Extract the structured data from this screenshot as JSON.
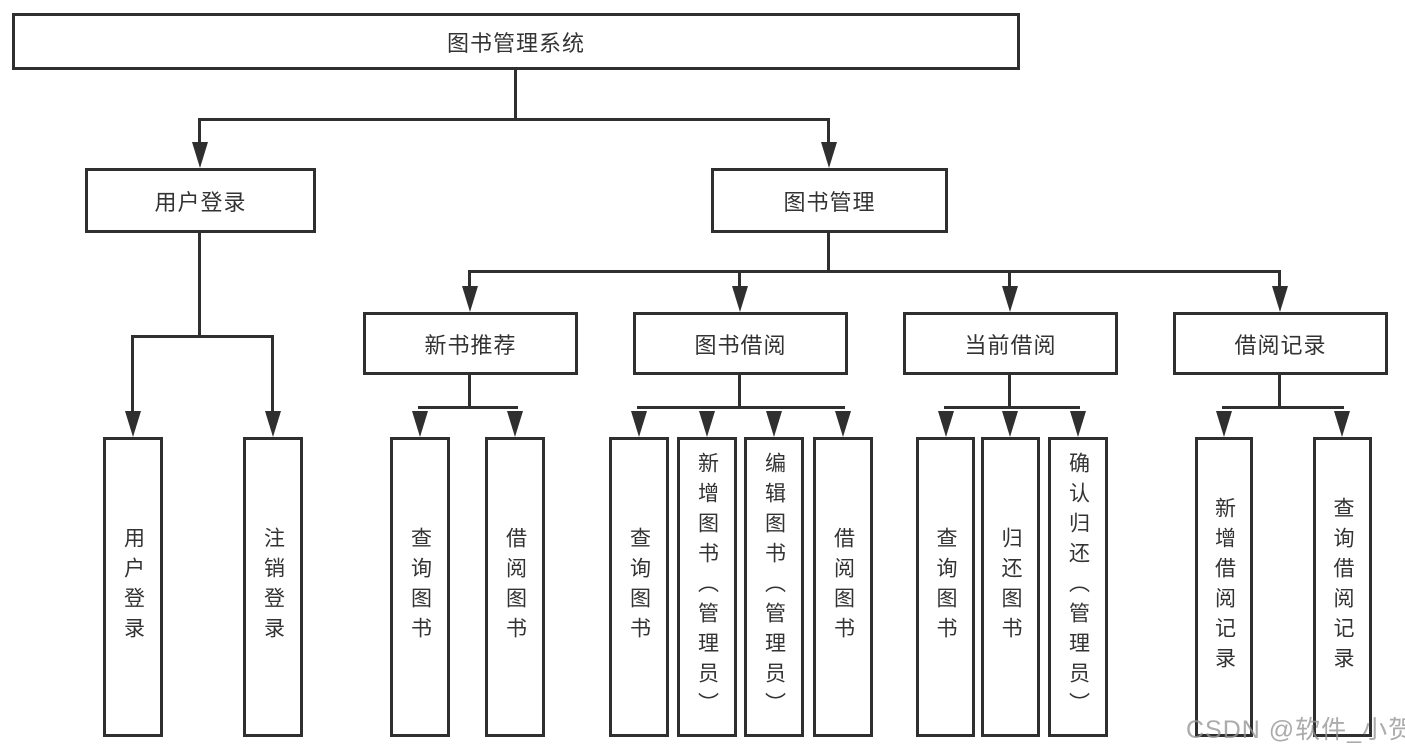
{
  "diagram": {
    "root": {
      "label": "图书管理系统"
    },
    "level2": [
      {
        "label": "用户登录"
      },
      {
        "label": "图书管理"
      }
    ],
    "level3": [
      {
        "label": "新书推荐"
      },
      {
        "label": "图书借阅"
      },
      {
        "label": "当前借阅"
      },
      {
        "label": "借阅记录"
      }
    ],
    "leaves": {
      "login": [
        {
          "label": "用户登录"
        },
        {
          "label": "注销登录"
        }
      ],
      "recommend": [
        {
          "label": "查询图书"
        },
        {
          "label": "借阅图书"
        }
      ],
      "borrow": [
        {
          "label": "查询图书"
        },
        {
          "label": "新增图书（管理员）"
        },
        {
          "label": "编辑图书（管理员）"
        },
        {
          "label": "借阅图书"
        }
      ],
      "current": [
        {
          "label": "查询图书"
        },
        {
          "label": "归还图书"
        },
        {
          "label": "确认归还（管理员）"
        }
      ],
      "records": [
        {
          "label": "新增借阅记录"
        },
        {
          "label": "查询借阅记录"
        }
      ]
    }
  },
  "watermark": {
    "text": "CSDN @软件_小贺同学"
  },
  "colors": {
    "line": "#2f2f2f",
    "text": "#333333",
    "background": "#ffffff",
    "watermark": "#969696"
  }
}
